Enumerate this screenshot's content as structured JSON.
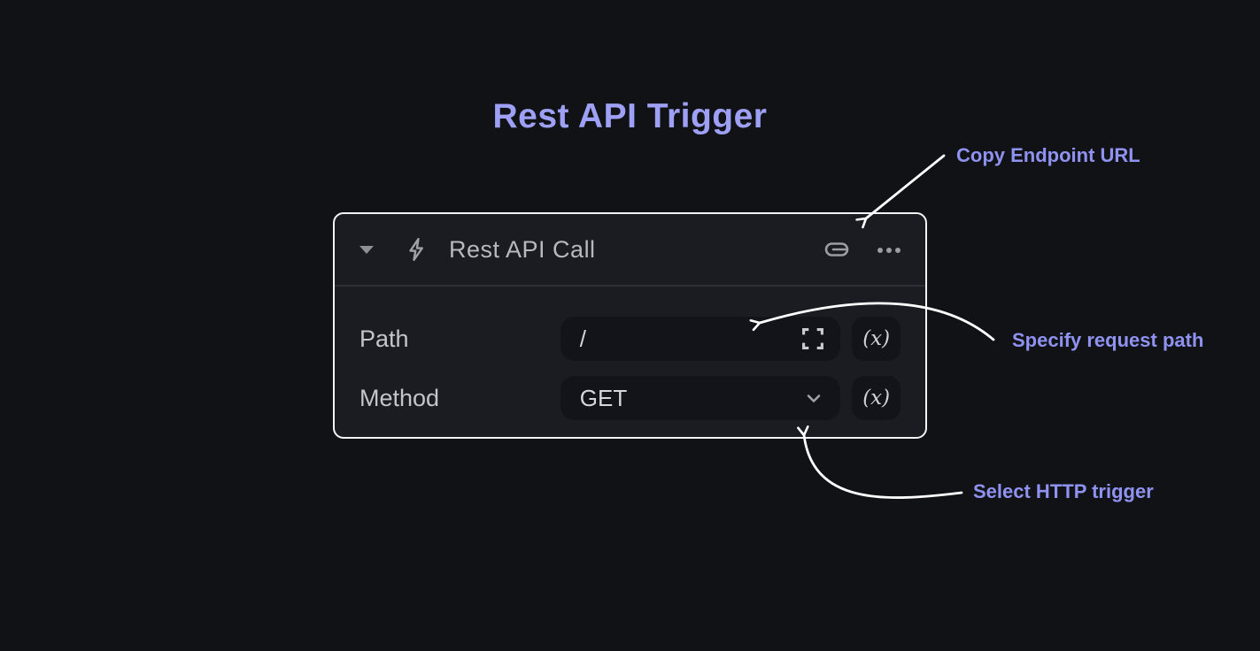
{
  "page": {
    "title": "Rest API Trigger"
  },
  "node": {
    "header": {
      "title": "Rest API Call",
      "icons": [
        "collapse-caret-icon",
        "lightning-icon",
        "link-icon",
        "more-dots-icon"
      ]
    },
    "fields": [
      {
        "label": "Path",
        "value": "/",
        "control": "text-input",
        "trailing_icon": "expand-icon",
        "fx_label": "(x)"
      },
      {
        "label": "Method",
        "value": "GET",
        "control": "select",
        "trailing_icon": "chevron-down-icon",
        "fx_label": "(x)"
      }
    ]
  },
  "annotations": [
    {
      "text": "Copy Endpoint URL",
      "points_to": "link-icon"
    },
    {
      "text": "Specify request path",
      "points_to": "path-input"
    },
    {
      "text": "Select HTTP trigger",
      "points_to": "method-select"
    }
  ],
  "colors": {
    "page_bg": "#111216",
    "title_accent": "#9da0f4",
    "annotation_accent": "#8f92f0",
    "card_bg": "#1a1c22",
    "card_border": "#f2f3f5",
    "field_bg": "#121419",
    "arrow": "#ffffff"
  }
}
